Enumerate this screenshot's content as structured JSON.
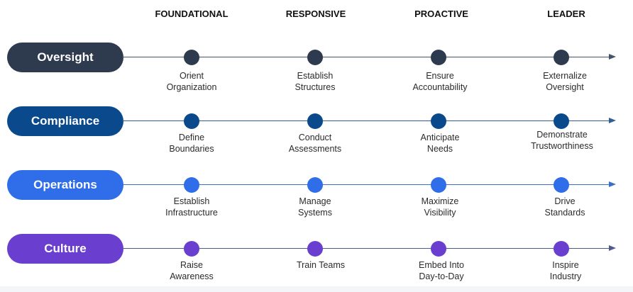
{
  "columns": [
    "FOUNDATIONAL",
    "RESPONSIVE",
    "PROACTIVE",
    "LEADER"
  ],
  "rows": [
    {
      "name": "Oversight",
      "color": "#2e3a4d",
      "steps": [
        {
          "line1": "Orient",
          "line2": "Organization"
        },
        {
          "line1": "Establish",
          "line2": "Structures"
        },
        {
          "line1": "Ensure",
          "line2": "Accountability"
        },
        {
          "line1": "Externalize",
          "line2": "Oversight"
        }
      ]
    },
    {
      "name": "Compliance",
      "color": "#0a4a8c",
      "steps": [
        {
          "line1": "Define",
          "line2": "Boundaries"
        },
        {
          "line1": "Conduct",
          "line2": "Assessments"
        },
        {
          "line1": "Anticipate",
          "line2": "Needs"
        },
        {
          "line1": "Demonstrate",
          "line2": "Trustworthiness"
        }
      ]
    },
    {
      "name": "Operations",
      "color": "#2f6ee8",
      "steps": [
        {
          "line1": "Establish",
          "line2": "Infrastructure"
        },
        {
          "line1": "Manage",
          "line2": "Systems"
        },
        {
          "line1": "Maximize",
          "line2": "Visibility"
        },
        {
          "line1": "Drive",
          "line2": "Standards"
        }
      ]
    },
    {
      "name": "Culture",
      "color": "#6a3fd0",
      "steps": [
        {
          "line1": "Raise",
          "line2": "Awareness"
        },
        {
          "line1": "Train Teams",
          "line2": ""
        },
        {
          "line1": "Embed Into",
          "line2": "Day-to-Day"
        },
        {
          "line1": "Inspire",
          "line2": "Industry"
        }
      ]
    }
  ]
}
